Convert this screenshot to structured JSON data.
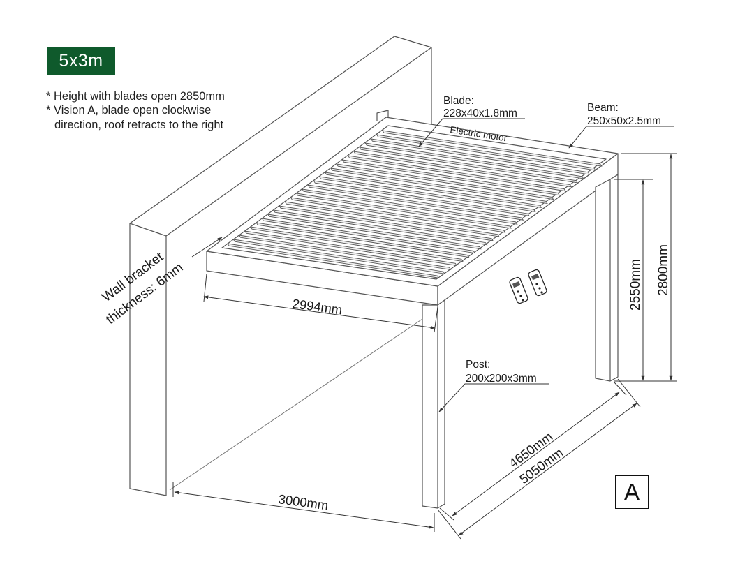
{
  "badge": {
    "text": "5x3m",
    "bg_color": "#0f5a2c",
    "text_color": "#ffffff"
  },
  "notes": [
    {
      "bullet": "*",
      "text": "Height with blades open 2850mm"
    },
    {
      "bullet": "*",
      "text": "Vision A, blade open clockwise"
    },
    {
      "bullet": "",
      "text": "direction, roof retracts to the right"
    }
  ],
  "labels": {
    "blade_title": "Blade:",
    "blade_size": "228x40x1.8mm",
    "beam_title": "Beam:",
    "beam_size": "250x50x2.5mm",
    "motor": "Electric motor",
    "wall_bracket_line1": "Wall bracket",
    "wall_bracket_line2": "thickness: 6mm",
    "post_title": "Post:",
    "post_size": "200x200x3mm"
  },
  "dimensions": {
    "width_top": "2994mm",
    "width_bottom": "3000mm",
    "height_clear": "2550mm",
    "height_total": "2800mm",
    "depth_inner": "4650mm",
    "depth_outer": "5050mm"
  },
  "blade_count": 28,
  "view_marker": "A",
  "line_color": "#555555"
}
